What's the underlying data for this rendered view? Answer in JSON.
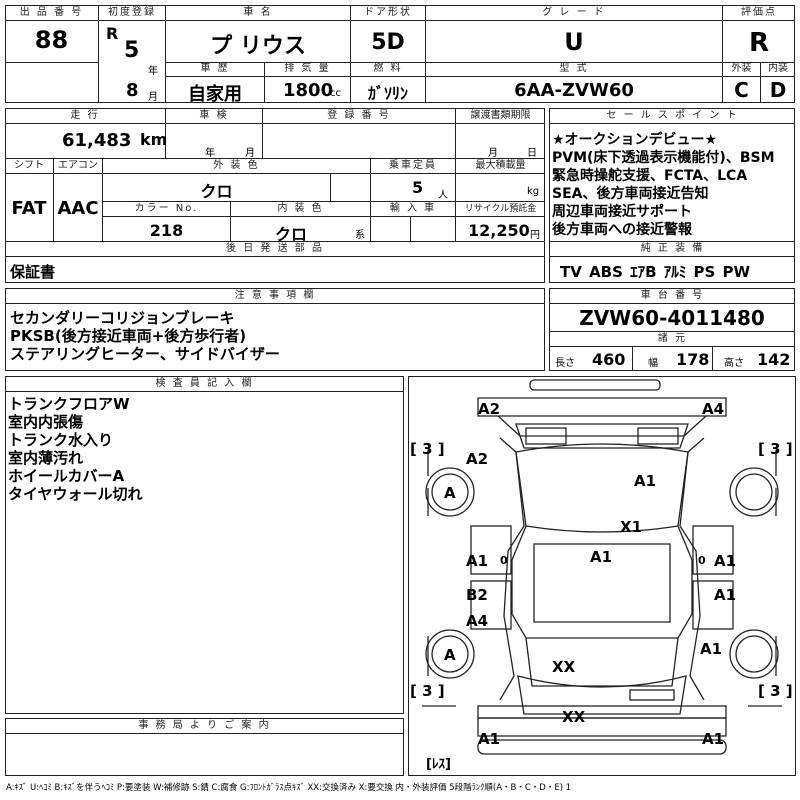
{
  "header": {
    "lot_label": "出 品 番 号",
    "lot": "88",
    "first_reg_label": "初度登録",
    "era": "R",
    "year": "5",
    "year_unit": "年",
    "month": "8",
    "month_unit": "月",
    "name_label": "車 名",
    "name": "プ リウス",
    "history_label": "車 歴",
    "history": "自家用",
    "displacement_label": "排 気 量",
    "displacement": "1800",
    "displacement_unit": "cc",
    "door_label": "ドア形状",
    "door": "5D",
    "fuel_label": "燃 料",
    "fuel": "ｶﾞｿﾘﾝ",
    "grade_label": "グ レ ー ド",
    "grade": "U",
    "model_label": "型 式",
    "model": "6AA-ZVW60",
    "score_label": "評価点",
    "score": "R",
    "ext_label": "外装",
    "ext": "C",
    "int_label": "内装",
    "int": "D"
  },
  "row2": {
    "mileage_label": "走 行",
    "mileage": "61,483",
    "mileage_unit": "km",
    "inspection_label": "車 検",
    "inspection_year_unit": "年",
    "inspection_month_unit": "月",
    "plate_label": "登 録 番 号",
    "transfer_label": "譲渡書類期限",
    "transfer_month_unit": "月",
    "transfer_day_unit": "日",
    "shift_label": "シフト",
    "shift": "FAT",
    "ac_label": "エアコン",
    "ac": "AAC",
    "color_label": "外 装 色",
    "color": "クロ",
    "capacity_label": "乗車定員",
    "capacity": "5",
    "capacity_unit": "人",
    "load_label": "最大積載量",
    "load_unit": "kg",
    "colorno_label": "カラー No.",
    "colorno": "218",
    "intcolor_label": "内 装 色",
    "intcolor": "クロ",
    "intcolor_unit": "系",
    "import_label": "輸 入 車",
    "recycle_label": "リサイクル預託金",
    "recycle": "12,250",
    "recycle_unit": "円",
    "later_label": "後 日 発 送 部 品",
    "later": "保証書"
  },
  "sales": {
    "label": "セ ー ル ス ポ イ ン ト",
    "lines": [
      "★オークションデビュー★",
      "PVM(床下透過表示機能付)、BSM",
      "緊急時操舵支援、FCTA、LCA",
      "SEA、後方車両接近告知",
      "周辺車両接近サポート",
      "後方車両への接近警報"
    ]
  },
  "equip": {
    "label": "純 正 装 備",
    "value": "TV ABS ｴｱB ｱﾙﾐ PS PW"
  },
  "notes": {
    "label": "注 意 事 項 欄",
    "lines": [
      "セカンダリーコリジョンブレーキ",
      "PKSB(後方接近車両+後方歩行者)",
      "ステアリングヒーター、サイドバイザー"
    ]
  },
  "chassis": {
    "label": "車 台 番 号",
    "value": "ZVW60-4011480",
    "spec_label": "諸 元",
    "length_label": "長さ",
    "length": "460",
    "width_label": "幅",
    "width": "178",
    "height_label": "高さ",
    "height": "142"
  },
  "inspector": {
    "label": "検 査 員 記 入 欄",
    "lines": [
      "トランクフロアW",
      "室内内張傷",
      "トランク水入り",
      "室内薄汚れ",
      "ホイールカバーA",
      "タイヤウォール切れ"
    ]
  },
  "office": {
    "label": "事 務 局 よ り ご 案 内"
  },
  "diagram": {
    "tire_bracket": "[ 3 ]",
    "spare_label": "[ﾚｽ]",
    "marks": {
      "front_left_corner": "A2",
      "front_right_corner": "A4",
      "left_front_fender": "A2",
      "hood": "A1",
      "left_front_wheel": "A",
      "hood_lower": "X1",
      "roof": "A1",
      "left_front_door": "A1",
      "right_front_door": "A1",
      "left_rear_door": "B2",
      "right_rear_door": "A1",
      "left_rear_quarter": "A4",
      "left_rear_wheel": "A",
      "right_rear_quarter": "A1",
      "trunk": "XX",
      "rear_bumper": "XX",
      "rear_left_corner": "A1",
      "rear_right_corner": "A1",
      "door_small": "0"
    }
  },
  "legend": "A:ｷｽﾞ U:ﾍｺﾐ B:ｷｽﾞを伴うﾍｺﾐ P:要塗装 W:補修跡 S:錆 C:腐食 G:ﾌﾛﾝﾄｶﾞﾗｽ点ｷｽﾞ XX:交換済み X:要交換 内・外装評価 5段階ﾗﾝｸ順(A・B・C・D・E) 1"
}
